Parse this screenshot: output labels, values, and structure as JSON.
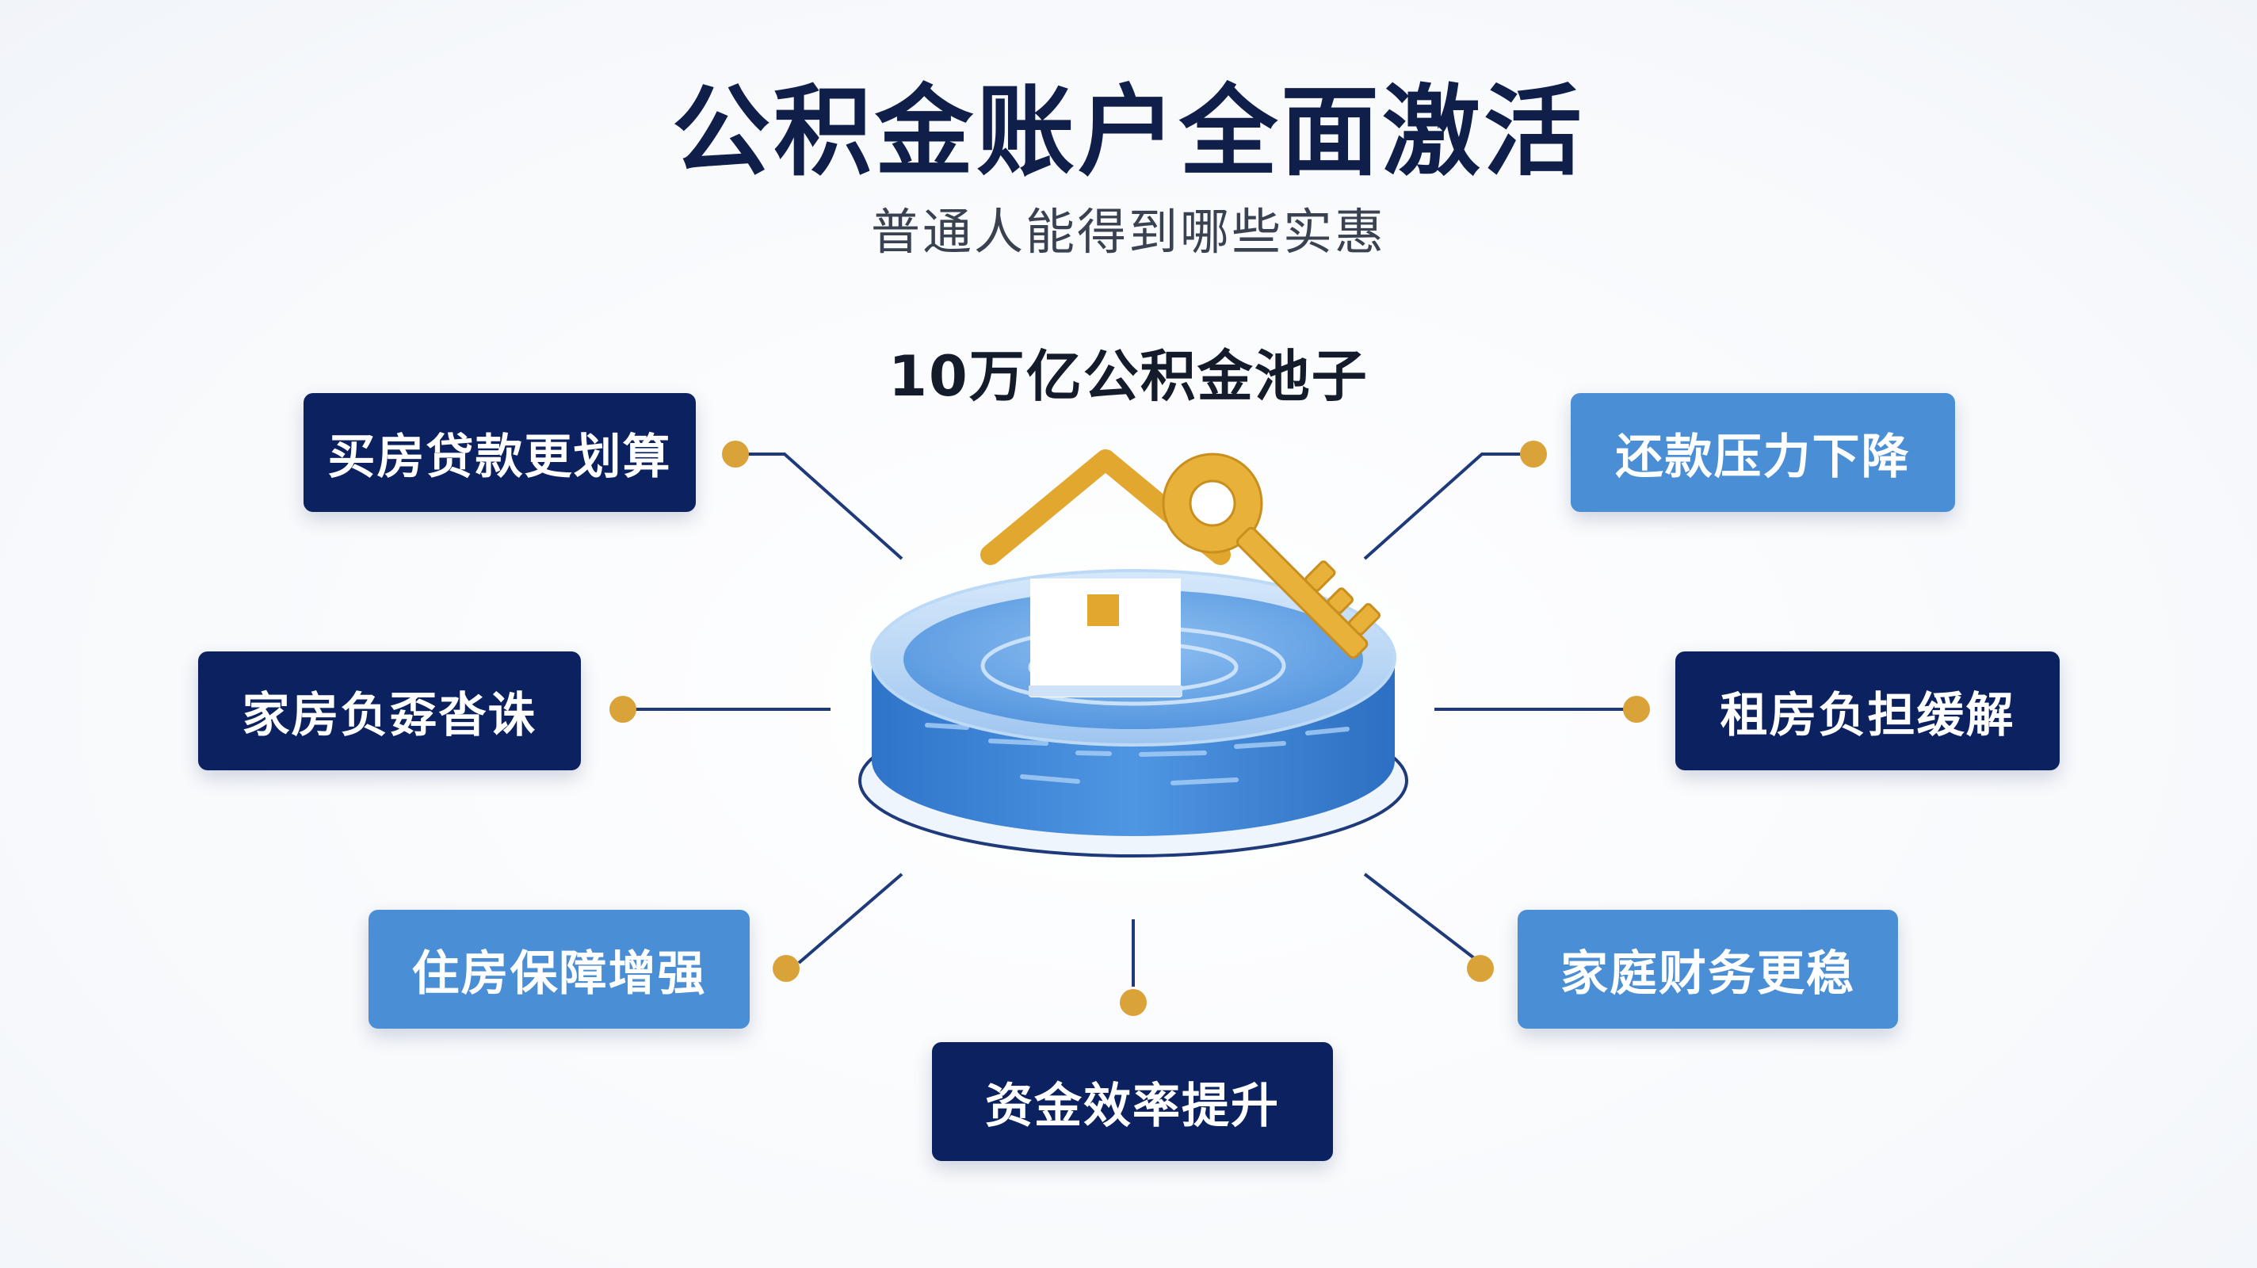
{
  "title": "公积金账户全面激活",
  "subtitle": "普通人能得到哪些实惠",
  "center_label": "10万亿公积金池子",
  "benefits": {
    "top_left": "买房贷款更划算",
    "mid_left": "家房负孬沓诛",
    "bottom_left": "住房保障增强",
    "bottom_center": "资金效率提升",
    "top_right": "还款压力下降",
    "mid_right": "租房负担缓解",
    "bottom_right": "家庭财务更稳"
  },
  "colors": {
    "dark_box": "#0c2260",
    "light_box": "#4a8fd6",
    "dot": "#d9a33a",
    "line": "#1f3a7a",
    "water": "#3c86d6",
    "house_roof": "#e2a72e",
    "key": "#e8b23a"
  },
  "icons": [
    "house-icon",
    "key-icon",
    "pool-icon"
  ]
}
